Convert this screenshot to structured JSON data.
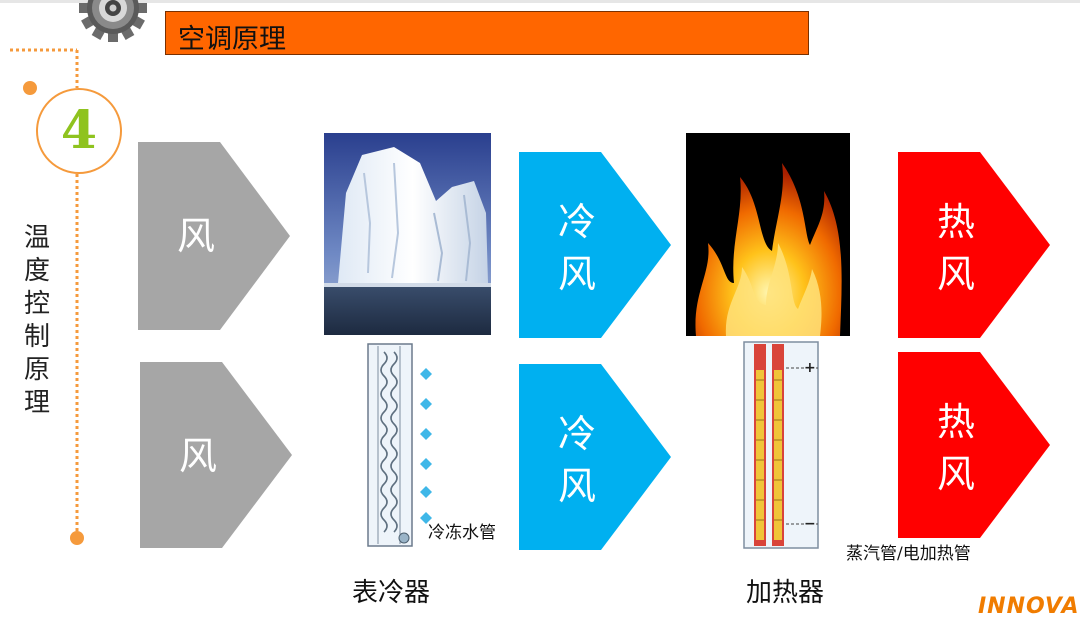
{
  "title": "空调原理",
  "step_number": "4",
  "side_label": "温度控制原理",
  "rows": [
    {
      "input_label": "风",
      "cool_label": [
        "冷",
        "风"
      ],
      "hot_label": [
        "热",
        "风"
      ]
    },
    {
      "input_label": "风",
      "cool_label": [
        "冷",
        "风"
      ],
      "hot_label": [
        "热",
        "风"
      ]
    }
  ],
  "cooler": {
    "caption": "表冷器",
    "pipe_label": "冷冻水管"
  },
  "heater": {
    "caption": "加热器",
    "pipe_label": "蒸汽管/电加热管"
  },
  "logo_text": "INNOVA",
  "colors": {
    "accent_orange": "#ff6600",
    "dotted_orange": "#f59a3c",
    "arrow_gray": "#a6a6a6",
    "arrow_blue": "#00b0f0",
    "arrow_red": "#ff0000"
  },
  "icons": {
    "gear": "gear-icon",
    "cold": "iceberg-image",
    "hot": "fire-image"
  }
}
